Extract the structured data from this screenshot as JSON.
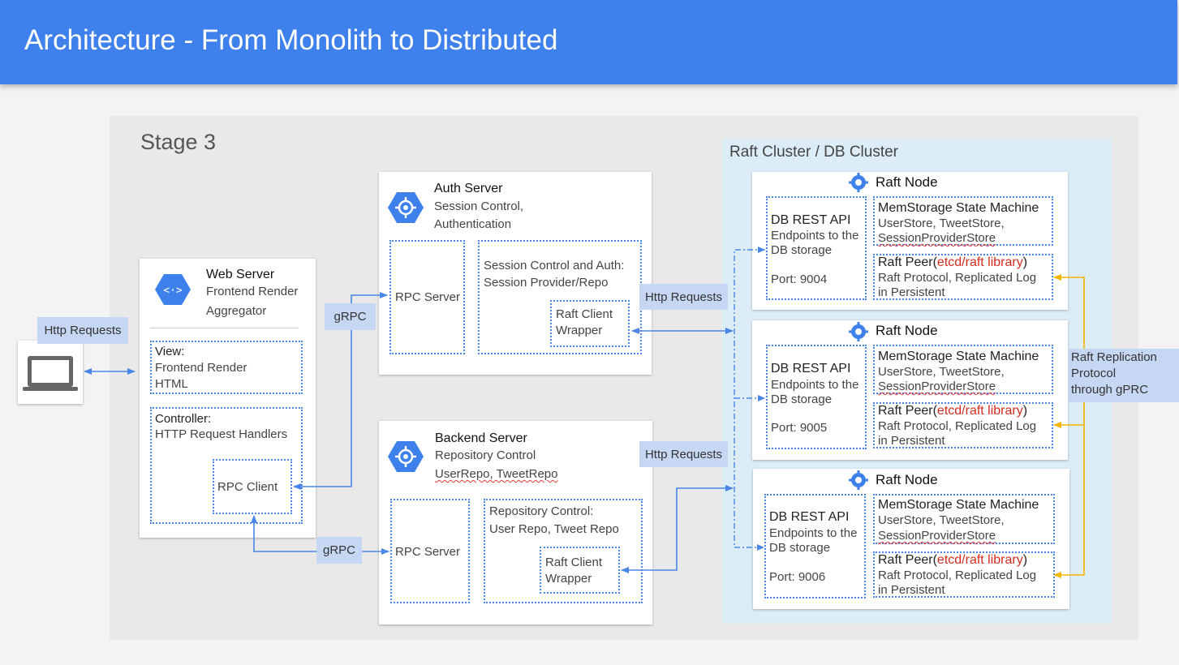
{
  "header": {
    "title": "Architecture - From Monolith to Distributed"
  },
  "stage": {
    "title": "Stage 3"
  },
  "cluster": {
    "title": "Raft Cluster / DB Cluster"
  },
  "labels": {
    "http_client": "Http Requests",
    "grpc_auth": "gRPC",
    "grpc_backend": "gRPC",
    "http_auth": "Http Requests",
    "http_backend": "Http Requests",
    "raft_replication_1": "Raft Replication",
    "raft_replication_2": "Protocol",
    "raft_replication_3": "through gPRC"
  },
  "web_server": {
    "title": "Web Server",
    "sub1": "Frontend Render",
    "sub2": "Aggregator",
    "view_title": "View:",
    "view_1": "Frontend Render",
    "view_2": "HTML",
    "controller_title": "Controller:",
    "controller_1": "HTTP Request Handlers",
    "rpc_client": "RPC Client"
  },
  "auth_server": {
    "title": "Auth Server",
    "sub1": "Session Control,",
    "sub2": "Authentication",
    "rpc_server": "RPC Server",
    "logic_1": "Session Control and Auth:",
    "logic_2": "Session Provider/Repo",
    "raft_client_1": "Raft Client",
    "raft_client_2": "Wrapper"
  },
  "backend_server": {
    "title": "Backend Server",
    "sub1": "Repository Control",
    "sub2": "UserRepo, TweetRepo",
    "rpc_server": "RPC Server",
    "logic_1": "Repository Control:",
    "logic_2": "User Repo, Tweet Repo",
    "raft_client_1": "Raft Client",
    "raft_client_2": "Wrapper"
  },
  "raft_nodes": [
    {
      "title": "Raft Node",
      "api_title": "DB REST API",
      "api_1": "Endpoints to the",
      "api_2": "DB storage",
      "port": "Port: 9004",
      "mem_title": "MemStorage State Machine",
      "mem_1": "UserStore, TweetStore,",
      "mem_2": "SessionProviderStore",
      "peer_a": "Raft Peer(",
      "peer_b": "etcd/raft library",
      "peer_c": ")",
      "peer_1": "Raft Protocol, Replicated  Log",
      "peer_2": "in Persistent"
    },
    {
      "title": "Raft Node",
      "api_title": "DB REST API",
      "api_1": "Endpoints to the",
      "api_2": "DB storage",
      "port": "Port: 9005",
      "mem_title": "MemStorage State Machine",
      "mem_1": "UserStore, TweetStore,",
      "mem_2": "SessionProviderStore",
      "peer_a": "Raft Peer(",
      "peer_b": "etcd/raft library",
      "peer_c": ")",
      "peer_1": "Raft Protocol, Replicated  Log",
      "peer_2": "in Persistent"
    },
    {
      "title": "Raft Node",
      "api_title": "DB REST API",
      "api_1": "Endpoints to the",
      "api_2": "DB storage",
      "port": "Port: 9006",
      "mem_title": "MemStorage State Machine",
      "mem_1": "UserStore, TweetStore,",
      "mem_2": "SessionProviderStore",
      "peer_a": "Raft Peer(",
      "peer_b": "etcd/raft library",
      "peer_c": ")",
      "peer_1": "Raft Protocol, Replicated  Log",
      "peer_2": "in Persistent"
    }
  ],
  "colors": {
    "header": "#3e80ec",
    "arrow_blue": "#4a86e8",
    "arrow_yellow": "#f4b400",
    "label_bg": "#c6d7f3",
    "cluster_bg": "#ddedf8",
    "highlight_red": "#d52b1e"
  },
  "icons": {
    "client": "laptop-icon",
    "web_server": "code-hexagon-icon",
    "auth_server": "gear-hexagon-icon",
    "backend_server": "gear-hexagon-icon",
    "raft_node": "helm-icon"
  }
}
